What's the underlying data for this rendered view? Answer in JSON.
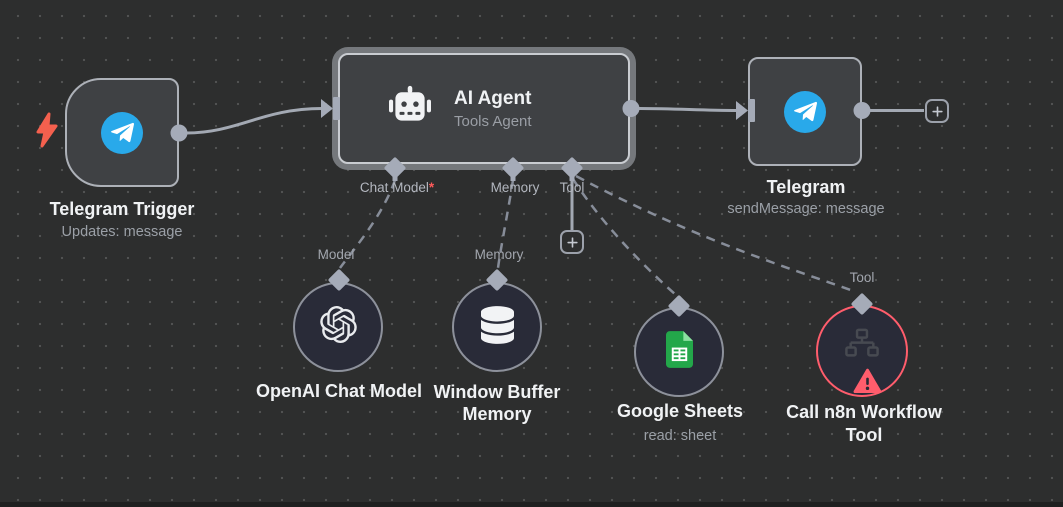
{
  "colors": {
    "background": "#2d2e2e",
    "node_fill": "#3f4144",
    "node_border": "#adb1b8",
    "selection_ring": "#75787c",
    "connector": "#a5abb8",
    "telegram_blue": "#29a9ea",
    "bolt_red": "#f4604e",
    "error_red": "#ff5d6c",
    "sheets_green": "#23a74a",
    "required_red": "#ff5a5a"
  },
  "nodes": {
    "telegram_trigger": {
      "title": "Telegram Trigger",
      "subtitle": "Updates: message"
    },
    "ai_agent": {
      "title": "AI Agent",
      "subtitle": "Tools Agent",
      "ports": {
        "chat_model": {
          "label": "Chat Model",
          "required_mark": "*"
        },
        "memory": {
          "label": "Memory"
        },
        "tool": {
          "label": "Tool"
        }
      }
    },
    "telegram": {
      "title": "Telegram",
      "subtitle": "sendMessage: message"
    },
    "openai_chat_model": {
      "title": "OpenAI Chat Model",
      "port_label": "Model"
    },
    "window_buffer_memory": {
      "title": "Window Buffer Memory",
      "port_label": "Memory"
    },
    "google_sheets": {
      "title": "Google Sheets",
      "subtitle": "read: sheet"
    },
    "call_n8n_workflow_tool": {
      "title": "Call n8n Workflow Tool",
      "port_label": "Tool"
    }
  }
}
